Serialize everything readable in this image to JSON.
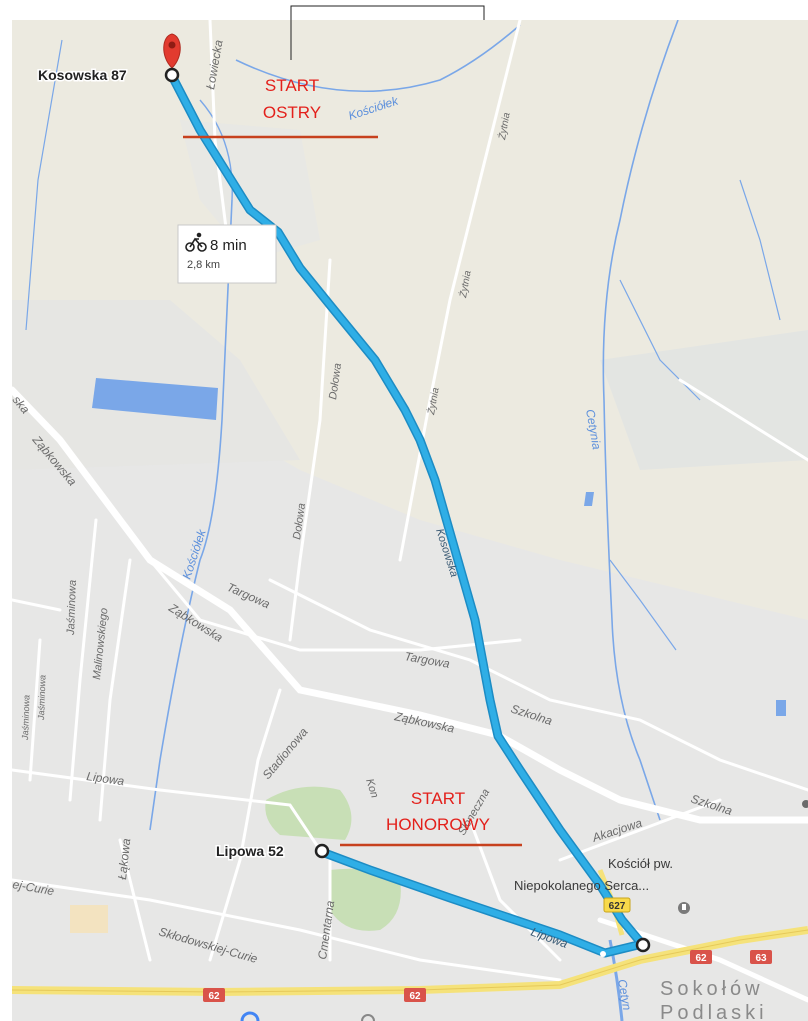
{
  "map": {
    "waypoints": {
      "start": "Kosowska 87",
      "end": "Lipowa 52"
    },
    "route_info": {
      "mode_icon": "bicycle-icon",
      "duration": "8 min",
      "distance": "2,8 km"
    },
    "annotations": {
      "start_ostry_line1": "START",
      "start_ostry_line2": "OSTRY",
      "start_honorowy_line1": "START",
      "start_honorowy_line2": "HONOROWY"
    },
    "streets": {
      "lowiecka": "Łowiecka",
      "kosciolek_top": "Kościółek",
      "zytnia_1": "Żytnia",
      "zytnia_2": "Żytnia",
      "zytnia_3": "Żytnia",
      "dolowa_1": "Dołowa",
      "dolowa_2": "Dołowa",
      "kosciolek_left": "Kościółek",
      "cetynia": "Cetynia",
      "kosowska": "Kosowska",
      "zabkowska_left_top": "Ząbkowska",
      "zabkowska_left_edge": "ska",
      "zabkowska_mid": "Ząbkowska",
      "zabkowska_right": "Ząbkowska",
      "targowa_1": "Targowa",
      "targowa_2": "Targowa",
      "jasminowa_1": "Jaśminowa",
      "jasminowa_2": "Jaśminowa",
      "jasminowa_3": "Jaśminowa",
      "malinowskiego": "Malinowskiego",
      "szkolna_1": "Szkolna",
      "szkolna_2": "Szkolna",
      "stadionowa": "Stadionowa",
      "lipowa_left": "Lipowa",
      "lipowa_route": "Lipowa",
      "lakowa": "Łąkowa",
      "konopnickiej_frag": "Kon",
      "sloneczna": "Słoneczna",
      "akacjowa": "Akacjowa",
      "curie_left": "ej-Curie",
      "sklodowskiej": "Skłodowskiej-Curie",
      "cmentarna": "Cmentarna",
      "cetynia_bottom": "Cetyn"
    },
    "poi": {
      "church_line1": "Kościół pw.",
      "church_line2": "Niepokolanego Serca..."
    },
    "road_shields": {
      "r627": "627",
      "r62_a": "62",
      "r62_b": "62",
      "r62_c": "62",
      "r63": "63"
    },
    "town": {
      "line1": "Sokołów",
      "line2": "Podlaski"
    },
    "colors": {
      "route": "#2faee6",
      "route_outline": "#1d8cc4",
      "annotation_text": "#e3201b",
      "annotation_line": "#c7411e",
      "water": "#7aa7e8",
      "land": "#eceae0",
      "urban": "#e7e7e6",
      "park": "#c8dfb6",
      "yellow_road": "#f5e27a",
      "marker": "#e23b2f"
    }
  }
}
